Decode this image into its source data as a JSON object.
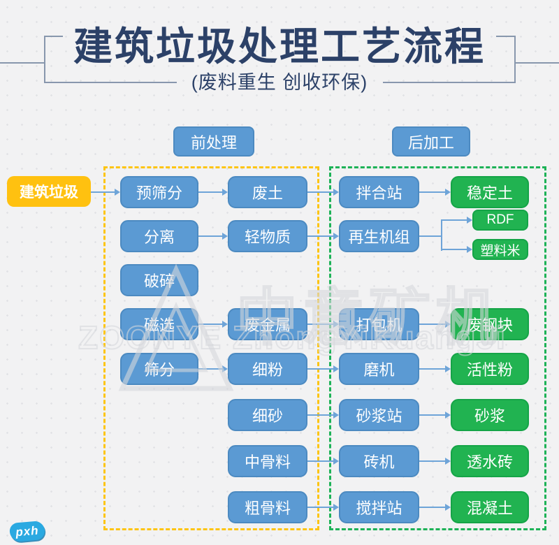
{
  "header": {
    "title": "建筑垃圾处理工艺流程",
    "subtitle": "(废料重生 创收环保)"
  },
  "sections": {
    "pre": "前处理",
    "post": "后加工"
  },
  "flow": {
    "source": "建筑垃圾",
    "col1": [
      "预筛分",
      "分离",
      "破碎",
      "磁选",
      "筛分"
    ],
    "col2": [
      "废土",
      "轻物质",
      "废金属",
      "细粉",
      "细砂",
      "中骨料",
      "粗骨料"
    ],
    "col3": [
      "拌合站",
      "再生机组",
      "打包机",
      "磨机",
      "砂浆站",
      "砖机",
      "搅拌站"
    ],
    "col4": [
      "稳定土",
      "RDF",
      "塑料米",
      "废钢块",
      "活性粉",
      "砂浆",
      "透水砖",
      "混凝土"
    ]
  },
  "watermark": {
    "cn": "中意矿机",
    "en": "ZOONYE ZhongYiKuangJi"
  },
  "footer": {
    "logo": "pxh"
  },
  "colors": {
    "title_navy": "#2c4168",
    "node_blue": "#5b9ad3",
    "node_green": "#21b351",
    "node_yellow": "#ffc110",
    "dashed_yellow": "#fdc513",
    "dashed_green": "#1db257",
    "arrow_blue": "#6ea4d8"
  }
}
